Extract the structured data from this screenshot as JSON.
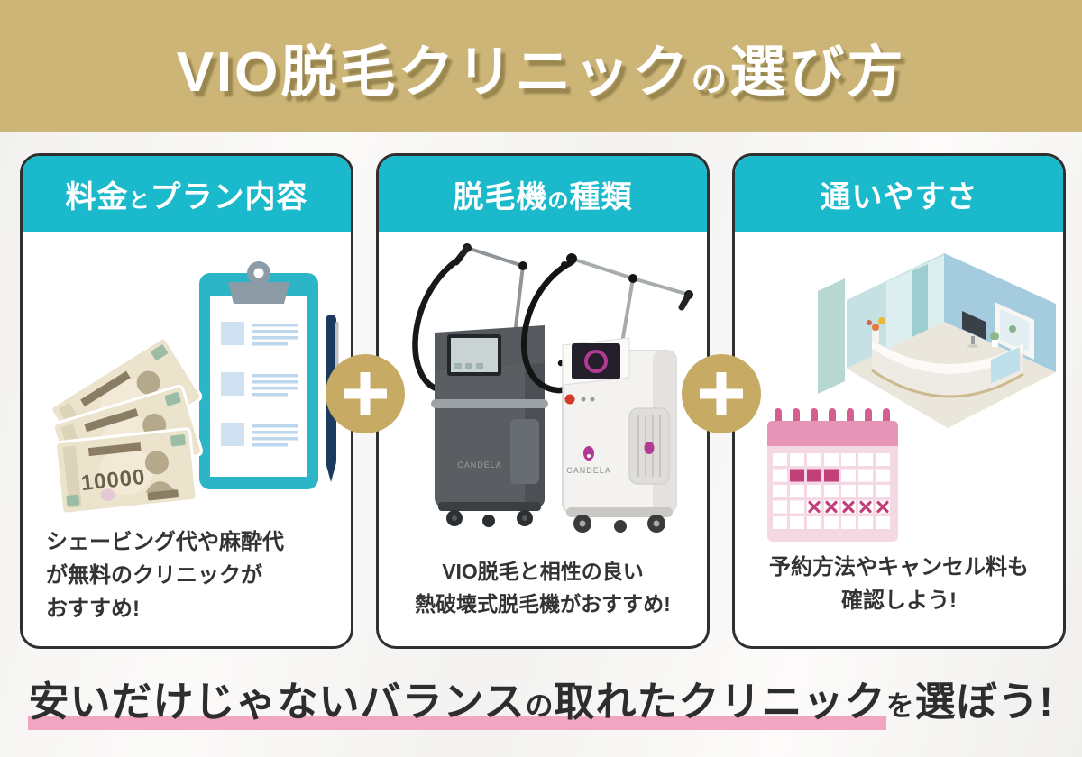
{
  "title": {
    "pre": "VIO脱毛クリニック",
    "small": "の",
    "post": "選び方"
  },
  "cards": [
    {
      "header": {
        "pre": "料金",
        "small": "と",
        "post": "プラン内容"
      },
      "caption": [
        "シェービング代や麻酔代",
        "が無料のクリニックが",
        "おすすめ!"
      ],
      "illustration": "money-bills-and-clipboard",
      "bill_value": "10000"
    },
    {
      "header": {
        "pre": "脱毛機",
        "small": "の",
        "post": "種類"
      },
      "caption": [
        "VIO脱毛と相性の良い",
        "熱破壊式脱毛機がおすすめ!"
      ],
      "illustration": "laser-hair-removal-machines",
      "machine_brand": "CANDELA"
    },
    {
      "header": {
        "pre": "通いやすさ",
        "small": "",
        "post": ""
      },
      "caption": [
        "予約方法やキャンセル料も",
        "確認しよう!"
      ],
      "illustration": "clinic-reception-and-calendar"
    }
  ],
  "footer": {
    "hl_pre": "安いだけじゃないバランス",
    "hl_small": "の",
    "hl_post": "取れたクリニック",
    "small": "を",
    "post": "選ぼう!"
  },
  "colors": {
    "band_gold": "#ccb577",
    "plus_gold": "#c7aa64",
    "card_teal": "#1ab9cc",
    "card_border": "#2f2f2f",
    "underline_pink": "#f0a6c0",
    "calendar_pink": "#e695b6",
    "calendar_accent": "#c2407a",
    "text_dark": "#333333"
  }
}
